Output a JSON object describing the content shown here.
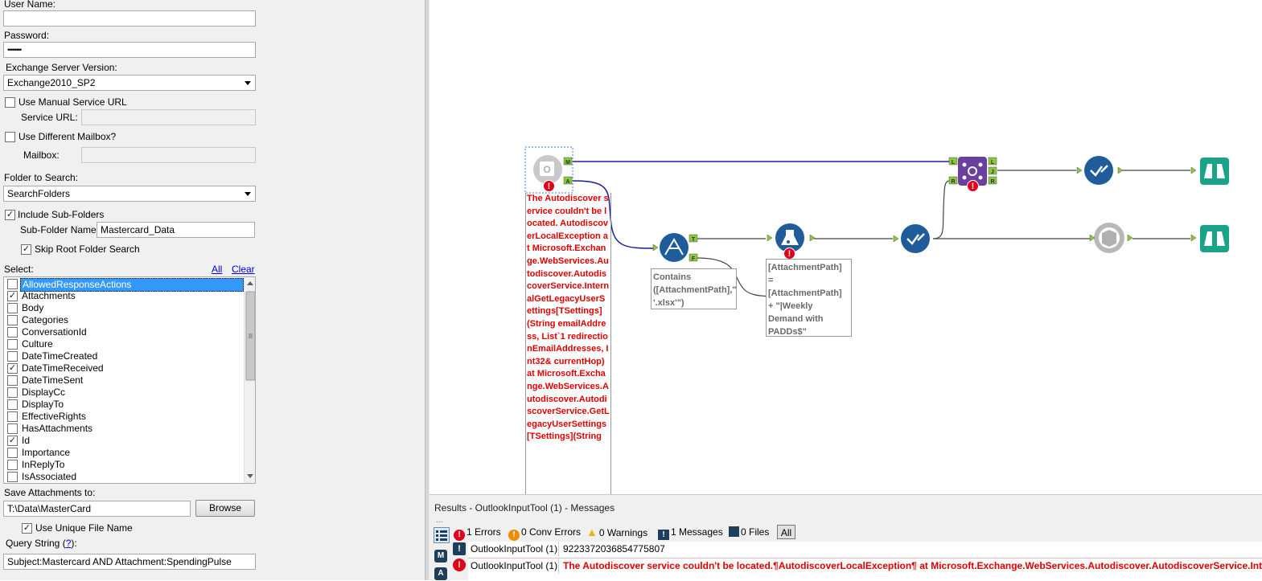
{
  "config": {
    "username_label": "User Name:",
    "username_value": "",
    "password_label": "Password:",
    "password_value": "••••••••",
    "exchange_label": "Exchange Server Version:",
    "exchange_value": "Exchange2010_SP2",
    "manual_url_label": "Use Manual Service URL",
    "manual_url_checked": false,
    "service_url_label": "Service URL:",
    "service_url_value": "",
    "diff_mailbox_label": "Use Different Mailbox?",
    "diff_mailbox_checked": false,
    "mailbox_label": "Mailbox:",
    "mailbox_value": "",
    "folder_label": "Folder to Search:",
    "folder_value": "SearchFolders",
    "include_sub_label": "Include Sub-Folders",
    "include_sub_checked": true,
    "subfolder_label": "Sub-Folder Name:",
    "subfolder_value": "Mastercard_Data",
    "skip_root_label": "Skip Root Folder Search",
    "skip_root_checked": true,
    "select_label": "Select:",
    "all_link": "All",
    "clear_link": "Clear",
    "fields": [
      {
        "name": "AllowedResponseActions",
        "checked": false,
        "selected": true
      },
      {
        "name": "Attachments",
        "checked": true,
        "selected": false
      },
      {
        "name": "Body",
        "checked": false,
        "selected": false
      },
      {
        "name": "Categories",
        "checked": false,
        "selected": false
      },
      {
        "name": "ConversationId",
        "checked": false,
        "selected": false
      },
      {
        "name": "Culture",
        "checked": false,
        "selected": false
      },
      {
        "name": "DateTimeCreated",
        "checked": false,
        "selected": false
      },
      {
        "name": "DateTimeReceived",
        "checked": true,
        "selected": false
      },
      {
        "name": "DateTimeSent",
        "checked": false,
        "selected": false
      },
      {
        "name": "DisplayCc",
        "checked": false,
        "selected": false
      },
      {
        "name": "DisplayTo",
        "checked": false,
        "selected": false
      },
      {
        "name": "EffectiveRights",
        "checked": false,
        "selected": false
      },
      {
        "name": "HasAttachments",
        "checked": false,
        "selected": false
      },
      {
        "name": "Id",
        "checked": true,
        "selected": false
      },
      {
        "name": "Importance",
        "checked": false,
        "selected": false
      },
      {
        "name": "InReplyTo",
        "checked": false,
        "selected": false
      },
      {
        "name": "IsAssociated",
        "checked": false,
        "selected": false
      }
    ],
    "save_attach_label": "Save Attachments to:",
    "save_attach_value": "T:\\Data\\MasterCard",
    "browse_label": "Browse",
    "unique_name_label": "Use Unique File Name",
    "unique_name_checked": true,
    "query_label": "Query String",
    "query_help": "?",
    "query_colon": ":",
    "query_value": "Subject:Mastercard AND Attachment:SpendingPulse"
  },
  "canvas": {
    "error_text": "The Autodiscover service couldn't be located. AutodiscoverLocalException    at Microsoft.Exchange.WebServices.Autodiscover.AutodiscoverService.InternalGetLegacyUserSettings[TSettings](String emailAddress, List`1 redirectionEmailAddresses, Int32& currentHop)    at Microsoft.Exchange.WebServices.Autodiscover.AutodiscoverService.GetLegacyUserSettings[TSettings](String",
    "filter_annotation": "Contains ([AttachmentPath],\" '.xlsx'\")",
    "formula_annotation": "[AttachmentPath] = [AttachmentPath] + \"|Weekly Demand with PADDs$\"",
    "anchors": {
      "outlook_m": "M",
      "outlook_a": "A",
      "filter_t": "T",
      "filter_f": "F",
      "join_l": "L",
      "join_j": "J",
      "join_r": "R",
      "join_in_l": "L",
      "join_in_r": "R"
    },
    "error_mark": "!",
    "outlook_glyph": "O"
  },
  "results": {
    "title": "Results - OutlookInputTool (1) - Messages",
    "errors": "1 Errors",
    "conv_errors": "0 Conv Errors",
    "warnings": "0 Warnings",
    "messages": "1 Messages",
    "files": "0 Files",
    "all": "All",
    "side_m": "M",
    "side_a": "A",
    "side_dots": "...",
    "rows": [
      {
        "tool": "OutlookInputTool (1)",
        "message": "9223372036854775807",
        "type": "message"
      },
      {
        "tool": "OutlookInputTool (1)",
        "message": "The Autodiscover service couldn't be located.¶AutodiscoverLocalException¶   at Microsoft.Exchange.WebServices.Autodiscover.AutodiscoverService.Inter",
        "type": "error"
      }
    ]
  },
  "colors": {
    "error_red": "#e00000",
    "tool_blue": "#1f5c99",
    "join_purple": "#6b3fa0",
    "browse_teal": "#1ba38a"
  }
}
